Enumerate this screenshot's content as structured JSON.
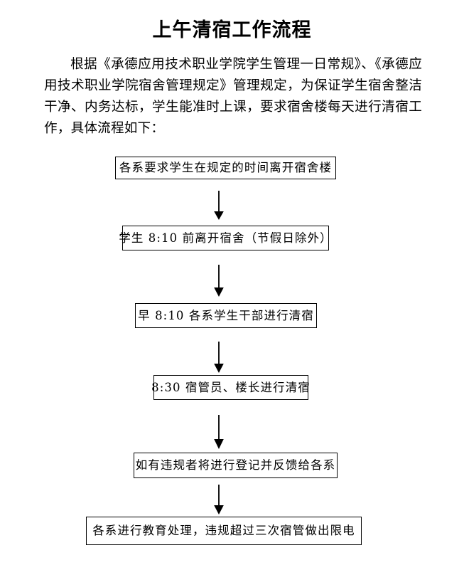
{
  "document": {
    "title": "上午清宿工作流程",
    "paragraph": "根据《承德应用技术职业学院学生管理一日常规》、《承德应用技术职业学院宿舍管理规定》管理规定，为保证学生宿舍整洁干净、内务达标，学生能准时上课，要求宿舍楼每天进行清宿工作，具体流程如下："
  },
  "flowchart": {
    "orientation": "vertical-top-down",
    "arrow_icon": "arrow-down-icon",
    "border_color": "#000000",
    "background_color": "#ffffff",
    "text_color": "#000000",
    "steps": [
      {
        "index": 1,
        "label": "各系要求学生在规定的时间离开宿舍楼"
      },
      {
        "index": 2,
        "label": "学生 8:10 前离开宿舍（节假日除外）"
      },
      {
        "index": 3,
        "label": "早 8:10 各系学生干部进行清宿"
      },
      {
        "index": 4,
        "label": "8:30 宿管员、楼长进行清宿"
      },
      {
        "index": 5,
        "label": "如有违规者将进行登记并反馈给各系"
      },
      {
        "index": 6,
        "label": "各系进行教育处理，违规超过三次宿管做出限电"
      }
    ],
    "connectors": [
      {
        "from": 1,
        "to": 2
      },
      {
        "from": 2,
        "to": 3
      },
      {
        "from": 3,
        "to": 4
      },
      {
        "from": 4,
        "to": 5
      },
      {
        "from": 5,
        "to": 6
      }
    ]
  }
}
